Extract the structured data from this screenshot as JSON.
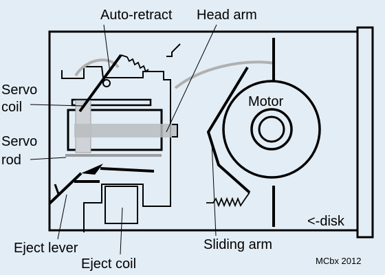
{
  "labels": {
    "auto_retract": "Auto-retract",
    "head_arm": "Head arm",
    "servo_coil_1": "Servo",
    "servo_coil_2": "coil",
    "servo_rod_1": "Servo",
    "servo_rod_2": "rod",
    "motor": "Motor",
    "disk": "<-disk",
    "eject_lever": "Eject lever",
    "eject_coil": "Eject coil",
    "sliding_arm": "Sliding arm",
    "credit": "MCbx 2012"
  },
  "colors": {
    "background": "#e3edf5",
    "line": "#000000",
    "head_arm": "#b0b0b0"
  }
}
